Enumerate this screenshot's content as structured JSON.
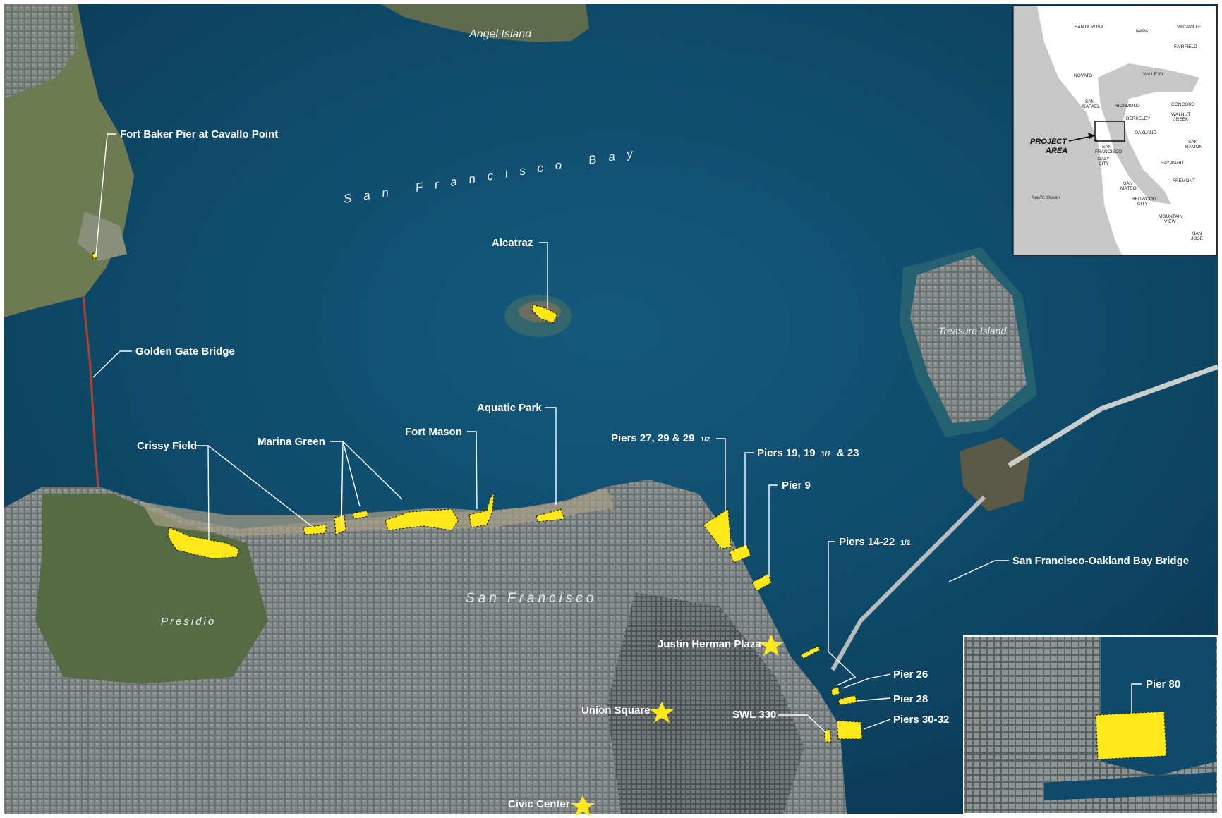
{
  "places": {
    "angel_island": "Angel Island",
    "bay_name": "San Francisco Bay",
    "treasure_island": "Treasure Island",
    "city": "San Francisco",
    "presidio": "Presidio"
  },
  "callouts": {
    "fort_baker": "Fort Baker Pier at Cavallo Point",
    "golden_gate": "Golden Gate Bridge",
    "alcatraz": "Alcatraz",
    "crissy_field": "Crissy Field",
    "marina_green": "Marina Green",
    "fort_mason": "Fort Mason",
    "aquatic_park": "Aquatic Park",
    "piers_27_main": "Piers 27, 29 & 29",
    "piers_27_frac": "1/2",
    "piers_19_main": "Piers 19, 19",
    "piers_19_frac": "1/2",
    "piers_19_tail": "& 23",
    "pier_9": "Pier 9",
    "piers_14_main": "Piers 14-22",
    "piers_14_frac": "1/2",
    "bay_bridge": "San Francisco-Oakland Bay Bridge",
    "justin_herman": "Justin Herman Plaza",
    "union_square": "Union Square",
    "civic_center": "Civic Center",
    "pier_26": "Pier 26",
    "pier_28": "Pier 28",
    "piers_30_32": "Piers 30-32",
    "swl_330": "SWL 330",
    "pier_80": "Pier 80"
  },
  "locator": {
    "project_area_line1": "PROJECT",
    "project_area_line2": "AREA",
    "pacific": "Pacific Ocean",
    "cities": {
      "santa_rosa": "SANTA ROSA",
      "napa": "NAPA",
      "vacaville": "VACAVILLE",
      "fairfield": "FAIRFIELD",
      "novato": "NOVATO",
      "vallejo": "VALLEJO",
      "san_rafael_1": "SAN",
      "san_rafael_2": "RAFAEL",
      "richmond": "RICHMOND",
      "concord": "CONCORD",
      "berkeley": "BERKELEY",
      "walnut_creek_1": "WALNUT",
      "walnut_creek_2": "CREEK",
      "oakland": "OAKLAND",
      "sf_1": "SAN",
      "sf_2": "FRANCISCO",
      "daly_1": "DALY",
      "daly_2": "CITY",
      "san_ramon_1": "SAN",
      "san_ramon_2": "RAMON",
      "hayward": "HAYWARD",
      "san_mateo_1": "SAN",
      "san_mateo_2": "MATEO",
      "fremont": "FREMONT",
      "redwood_1": "REDWOOD",
      "redwood_2": "CITY",
      "mtn_view_1": "MOUNTAIN",
      "mtn_view_2": "VIEW",
      "san_jose_1": "SAN",
      "san_jose_2": "JOSE"
    }
  },
  "colors": {
    "water": "#0f4a6b",
    "site_fill": "#ffe81a",
    "label": "#ffffff",
    "star": "#ffe81a"
  },
  "icons": {
    "landmark": "star-icon",
    "locator_arrow": "arrow-icon"
  }
}
